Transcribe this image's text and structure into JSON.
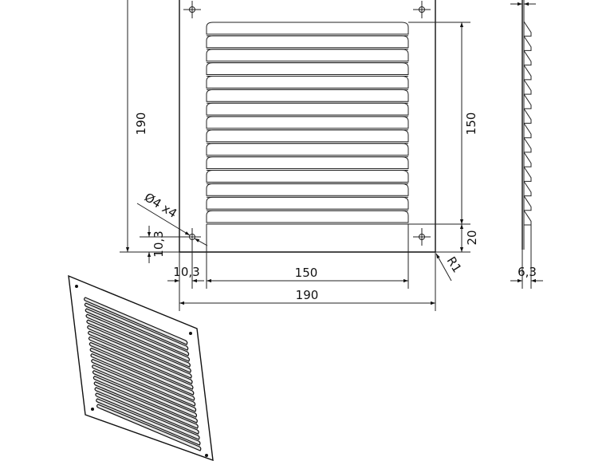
{
  "front_view": {
    "dimensions": {
      "overall_height": "190",
      "louver_height": "150",
      "bottom_margin": "20",
      "hole_offset_vertical": "10,3",
      "hole_offset_horizontal": "10,3",
      "louver_width": "150",
      "overall_width": "190",
      "hole_callout": "Ø4 x4",
      "corner_radius": "R1"
    },
    "louver_count": 15
  },
  "side_view": {
    "dimensions": {
      "depth": "6,3"
    },
    "tooth_count": 14
  },
  "iso_view": {
    "louver_count": 20
  }
}
